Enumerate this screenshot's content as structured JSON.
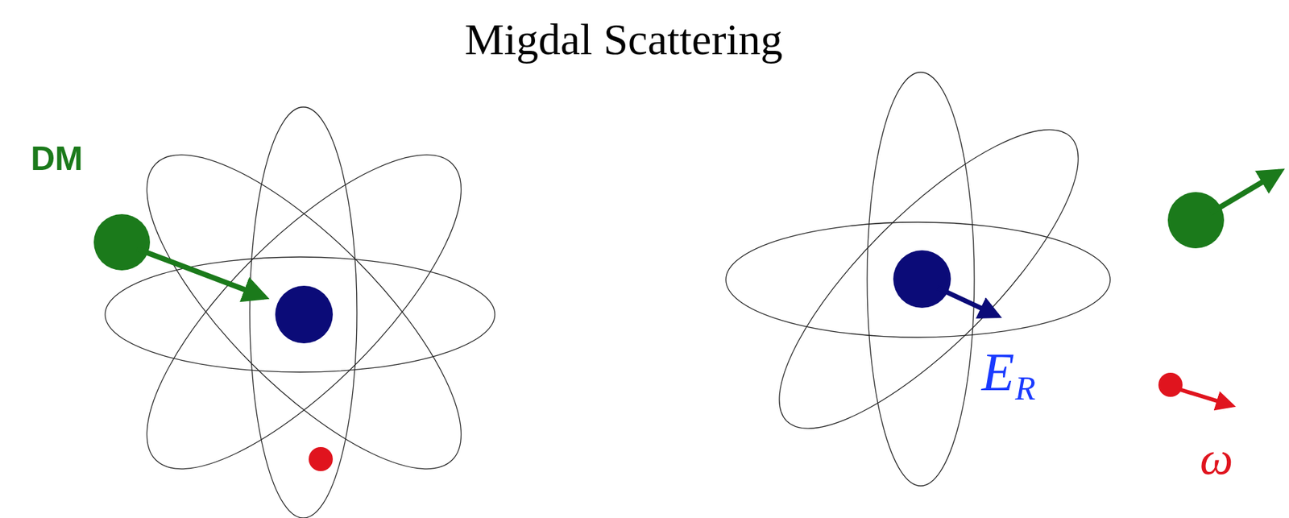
{
  "diagram": {
    "title": "Migdal Scattering",
    "labels": [
      "DM",
      "E",
      "R",
      "ω"
    ]
  }
}
